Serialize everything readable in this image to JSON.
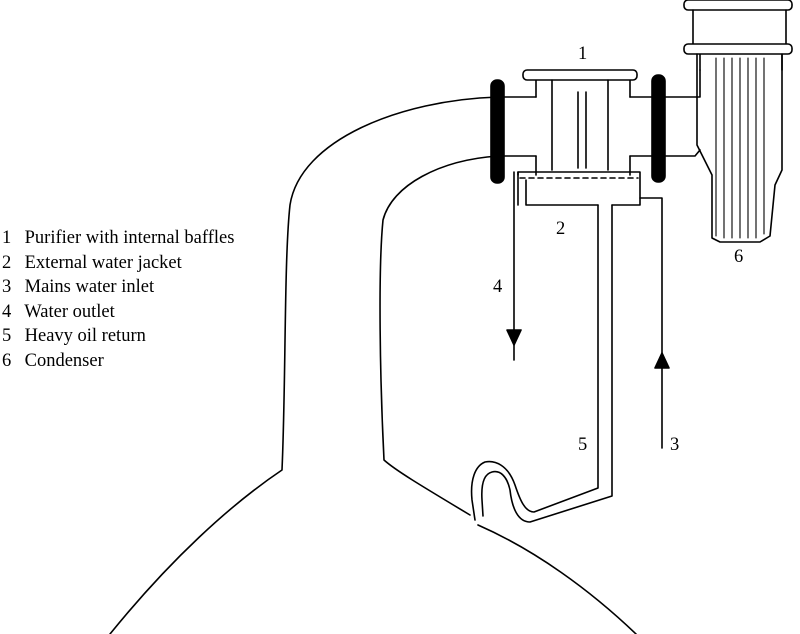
{
  "legend": {
    "items": [
      {
        "num": "1",
        "text": "Purifier with internal baffles"
      },
      {
        "num": "2",
        "text": "External water jacket"
      },
      {
        "num": "3",
        "text": "Mains water inlet"
      },
      {
        "num": "4",
        "text": "Water outlet"
      },
      {
        "num": "5",
        "text": "Heavy oil return"
      },
      {
        "num": "6",
        "text": "Condenser"
      }
    ]
  },
  "callouts": {
    "purifier": "1",
    "jacket": "2",
    "inlet": "3",
    "outlet": "4",
    "oil_return": "5",
    "condenser": "6"
  }
}
